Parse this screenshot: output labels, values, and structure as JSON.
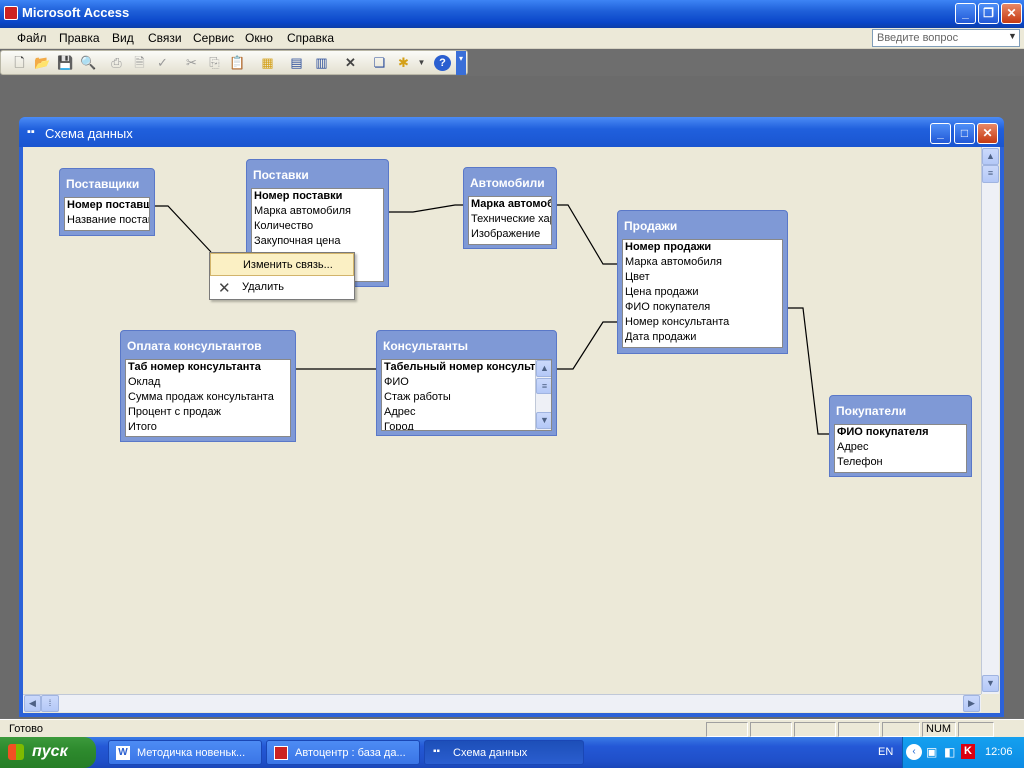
{
  "app": {
    "title": "Microsoft Access"
  },
  "menu": [
    "Файл",
    "Правка",
    "Вид",
    "Связи",
    "Сервис",
    "Окно",
    "Справка"
  ],
  "ask": {
    "placeholder": "Введите вопрос"
  },
  "child": {
    "title": "Схема данных"
  },
  "tables": [
    {
      "title": "Поставщики",
      "fields": [
        "Номер поставщи",
        "Название постав"
      ]
    },
    {
      "title": "Поставки",
      "fields": [
        "Номер поставки",
        "Марка автомобиля",
        "Количество",
        "Закупочная цена"
      ]
    },
    {
      "title": "Автомобили",
      "fields": [
        "Марка автомоби",
        "Технические хар",
        "Изображение"
      ]
    },
    {
      "title": "Продажи",
      "fields": [
        "Номер продажи",
        "Марка автомобиля",
        "Цвет",
        "Цена продажи",
        "ФИО покупателя",
        "Номер консультанта",
        "Дата продажи"
      ]
    },
    {
      "title": "Оплата консультантов",
      "fields": [
        "Таб номер  консультанта",
        "Оклад",
        "Сумма продаж консультанта",
        "Процент с продаж",
        "Итого"
      ]
    },
    {
      "title": "Консультанты",
      "fields": [
        "Табельный номер консультан",
        "ФИО",
        "Стаж работы",
        "Адрес",
        "Город"
      ]
    },
    {
      "title": "Покупатели",
      "fields": [
        "ФИО покупателя",
        "Адрес",
        "Телефон"
      ]
    }
  ],
  "context_menu": {
    "edit": "Изменить связь...",
    "delete": "Удалить"
  },
  "status": {
    "text": "Готово",
    "num": "NUM"
  },
  "taskbar": {
    "start": "пуск",
    "tasks": [
      "Методичка новеньк...",
      "Автоцентр : база да...",
      "Схема данных"
    ],
    "lang": "EN",
    "clock": "12:06"
  }
}
